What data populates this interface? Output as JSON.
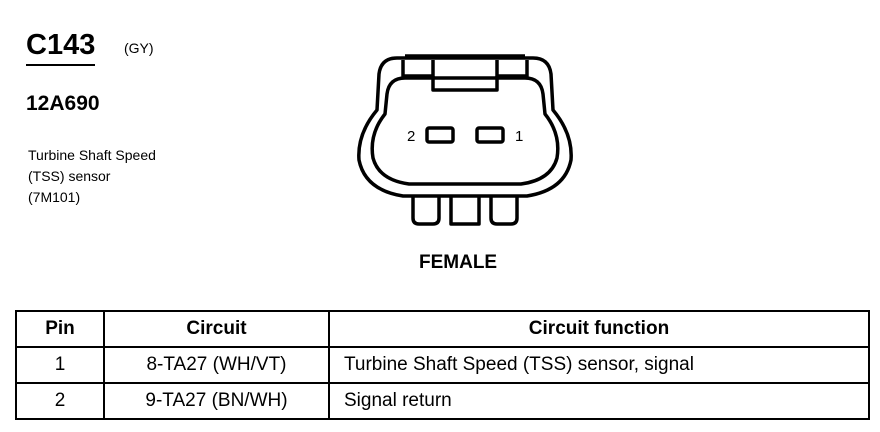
{
  "connector": {
    "id": "C143",
    "color": "(GY)",
    "part_number": "12A690",
    "description": [
      "Turbine Shaft Speed",
      "(TSS) sensor",
      "(7M101)"
    ],
    "gender": "FEMALE",
    "pin_labels": {
      "left": "2",
      "right": "1"
    }
  },
  "table": {
    "headers": [
      "Pin",
      "Circuit",
      "Circuit function"
    ],
    "rows": [
      {
        "pin": "1",
        "circuit": "8-TA27 (WH/VT)",
        "function": "Turbine Shaft Speed (TSS) sensor, signal"
      },
      {
        "pin": "2",
        "circuit": "9-TA27 (BN/WH)",
        "function": "Signal return"
      }
    ]
  }
}
